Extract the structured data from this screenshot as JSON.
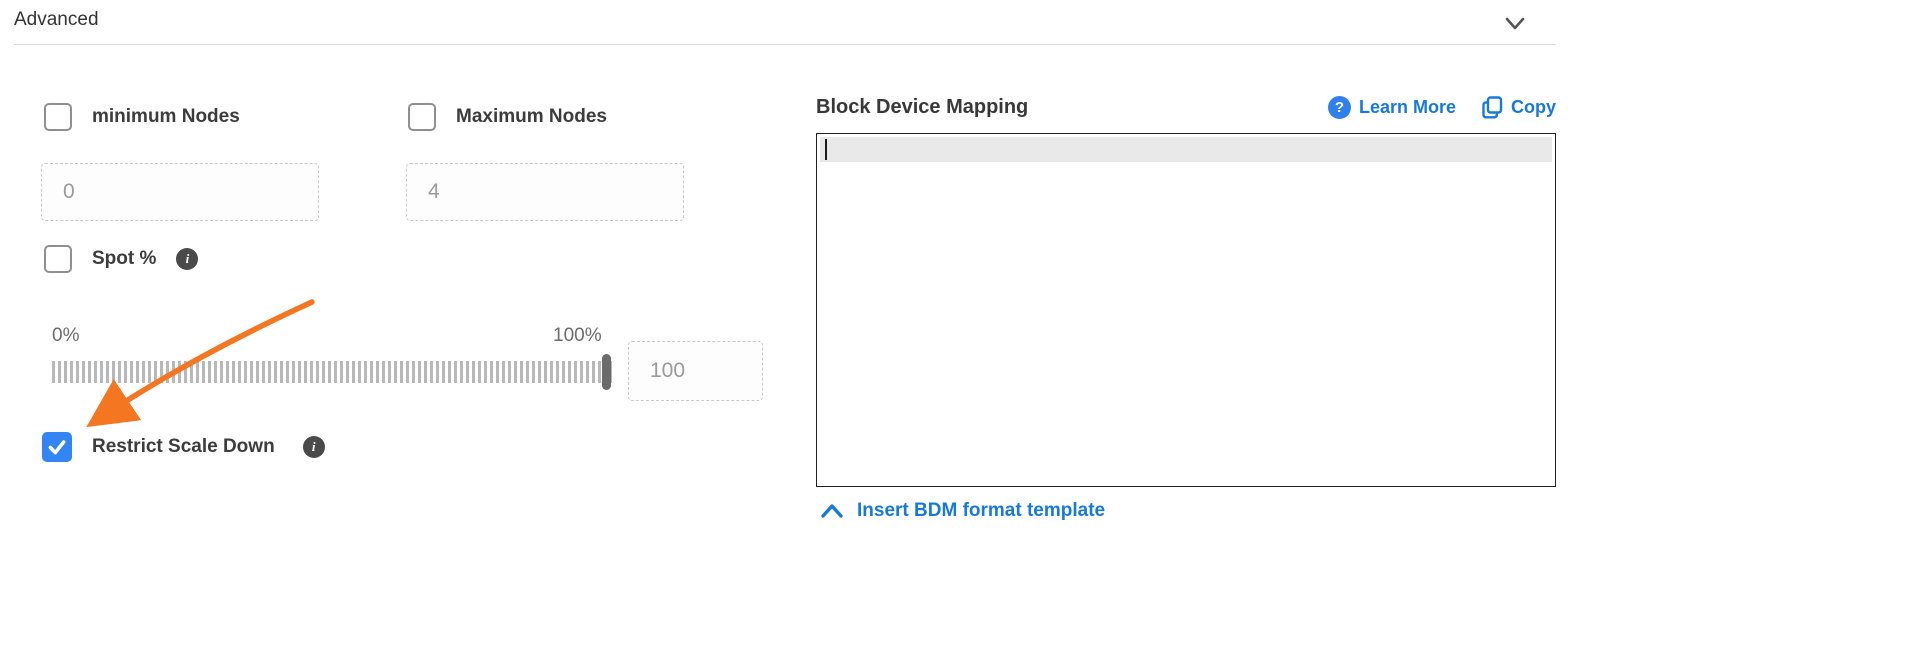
{
  "header": {
    "title": "Advanced"
  },
  "left": {
    "min_nodes": {
      "label": "minimum Nodes",
      "checked": false,
      "value": "0"
    },
    "max_nodes": {
      "label": "Maximum Nodes",
      "checked": false,
      "value": "4"
    },
    "spot": {
      "label": "Spot %",
      "checked": false
    },
    "slider": {
      "min_label": "0%",
      "max_label": "100%",
      "value": 100,
      "input_value": "100"
    },
    "restrict_scale_down": {
      "label": "Restrict Scale Down",
      "checked": true
    }
  },
  "right": {
    "title": "Block Device Mapping",
    "learn_more_label": "Learn More",
    "copy_label": "Copy",
    "editor_value": "",
    "template_link_label": "Insert BDM format template"
  },
  "icons": {
    "question_glyph": "?",
    "info_glyph": "i"
  },
  "colors": {
    "accent_blue": "#3385f4",
    "link_blue": "#1779db",
    "arrow_orange": "#f47621"
  }
}
